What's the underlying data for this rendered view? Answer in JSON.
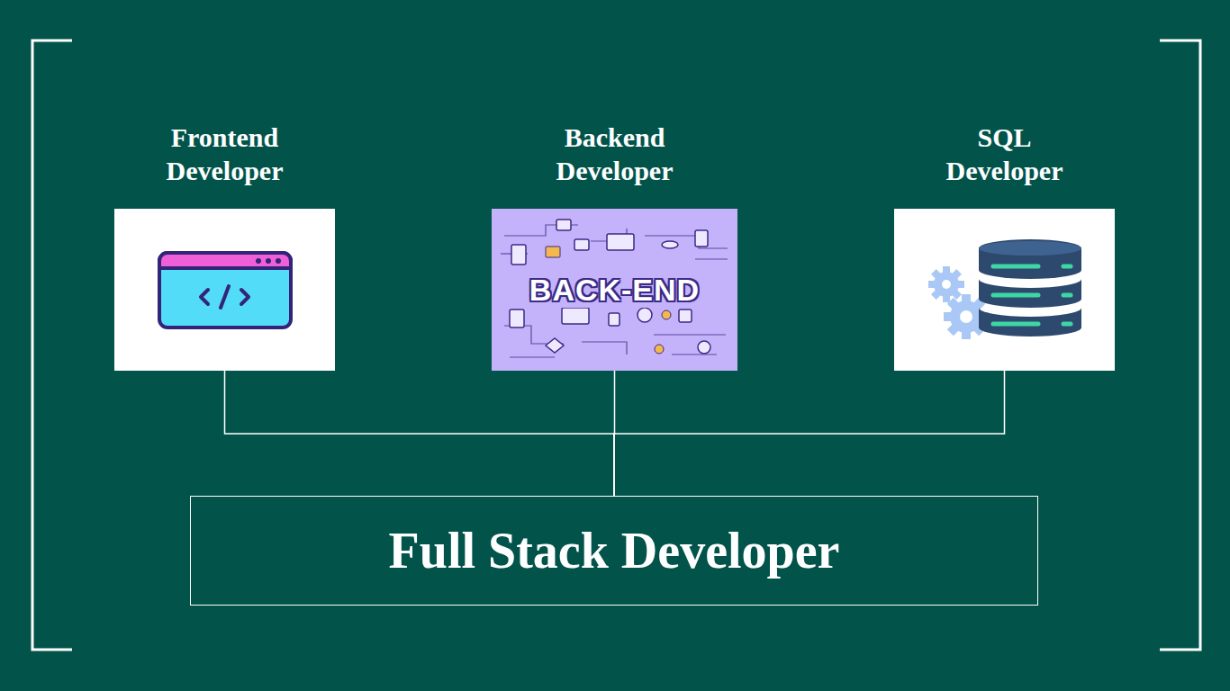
{
  "diagram": {
    "nodes": [
      {
        "text": [
          "Frontend Developer"
        ]
      },
      {
        "text": [
          "Backend Developer",
          "BACK-END"
        ]
      },
      {
        "text": [
          "SQL Developer"
        ]
      },
      {
        "text": [
          "Full Stack Developer"
        ]
      }
    ],
    "edges": [
      {
        "from": 0,
        "to": 3,
        "arrow": "none"
      },
      {
        "from": 1,
        "to": 3,
        "arrow": "none"
      },
      {
        "from": 2,
        "to": 3,
        "arrow": "none"
      }
    ]
  }
}
